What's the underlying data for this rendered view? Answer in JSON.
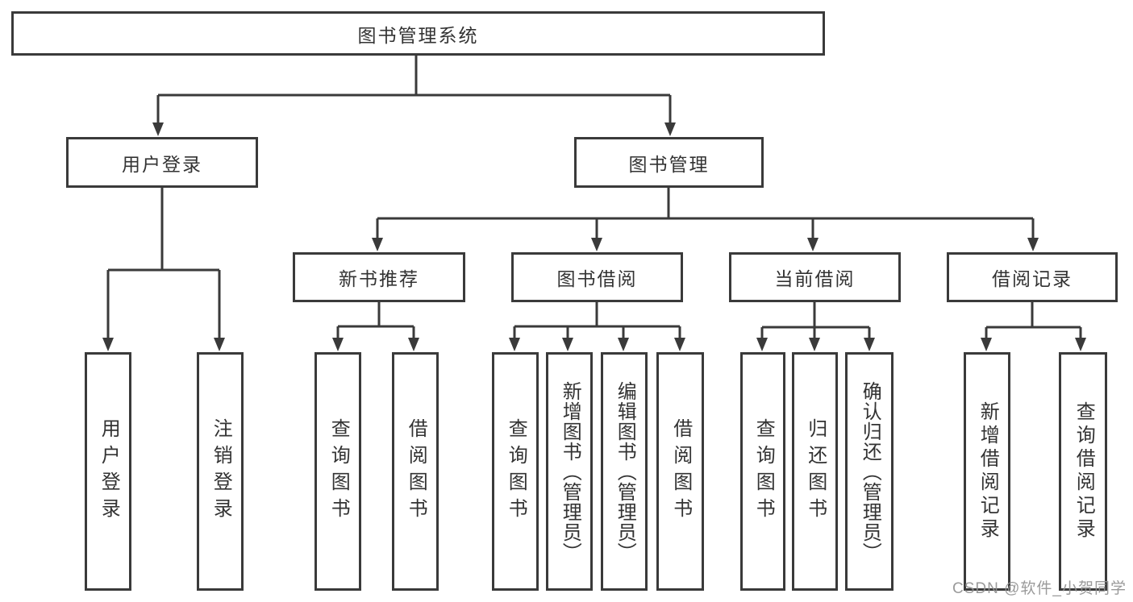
{
  "diagram": {
    "root": {
      "label": "图书管理系统"
    },
    "branches": [
      {
        "label": "用户登录",
        "children": [
          {
            "label": "用户登录"
          },
          {
            "label": "注销登录"
          }
        ]
      },
      {
        "label": "图书管理",
        "children": [
          {
            "label": "新书推荐",
            "children": [
              {
                "label": "查询图书"
              },
              {
                "label": "借阅图书"
              }
            ]
          },
          {
            "label": "图书借阅",
            "children": [
              {
                "label": "查询图书"
              },
              {
                "label": "新增图书（管理员）"
              },
              {
                "label": "编辑图书（管理员）"
              },
              {
                "label": "借阅图书"
              }
            ]
          },
          {
            "label": "当前借阅",
            "children": [
              {
                "label": "查询图书"
              },
              {
                "label": "归还图书"
              },
              {
                "label": "确认归还（管理员）"
              }
            ]
          },
          {
            "label": "借阅记录",
            "children": [
              {
                "label": "新增借阅记录"
              },
              {
                "label": "查询借阅记录"
              }
            ]
          }
        ]
      }
    ]
  },
  "watermark": {
    "text": "CSDN @软件_小贺同学"
  },
  "colors": {
    "line": "#3a3a3a",
    "text": "#333333",
    "watermark": "#919191",
    "background": "#ffffff"
  }
}
